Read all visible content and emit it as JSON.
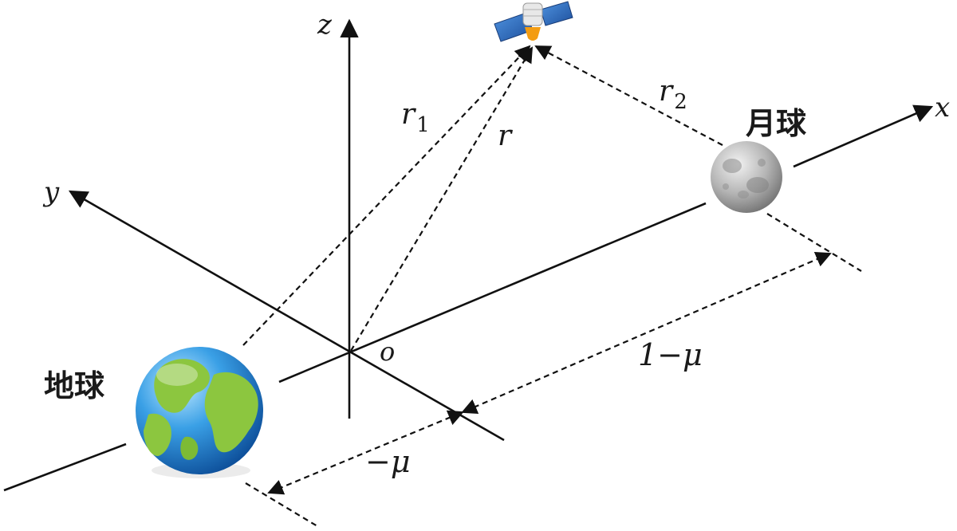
{
  "labels": {
    "z_axis": "z",
    "y_axis": "y",
    "x_axis": "x",
    "origin": "o",
    "r1_base": "r",
    "r1_sub": "1",
    "r2_base": "r",
    "r2_sub": "2",
    "r": "r",
    "moon": "月球",
    "earth": "地球",
    "one_minus_mu": "1−μ",
    "minus_mu": "−μ"
  },
  "icons": {
    "satellite": "satellite-icon",
    "moon": "moon-icon",
    "earth": "earth-icon"
  },
  "colors": {
    "line": "#111111",
    "earth_ocean": "#2a8fd8",
    "earth_land": "#8cc63f",
    "moon_gray": "#9a9a9a",
    "satellite_panel": "#2b6fc2",
    "satellite_body": "#f39c12"
  }
}
